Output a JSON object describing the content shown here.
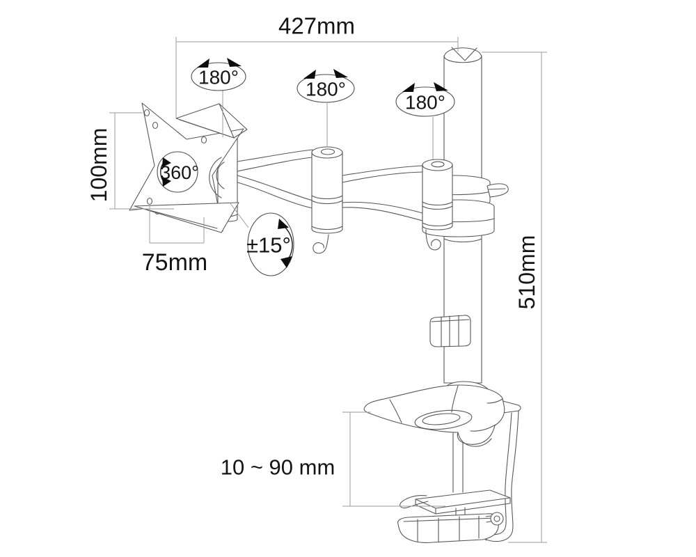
{
  "figure": {
    "kind": "technical dimension diagram of a single monitor desk mount arm with clamp",
    "background_color": "#ffffff",
    "machine_line_color": "#575757",
    "dimension_line_color": "#9b9b9b",
    "text_color": "#141414",
    "labels": {
      "arm_reach": "427mm",
      "plate_height": "100mm",
      "plate_width": "75mm",
      "pole_height": "510mm",
      "clamp_range": "10 ~ 90 mm",
      "swivel_1": "180°",
      "swivel_2": "180°",
      "swivel_3": "180°",
      "vesa_rotation": "360°",
      "tilt_range": "±15°"
    }
  }
}
